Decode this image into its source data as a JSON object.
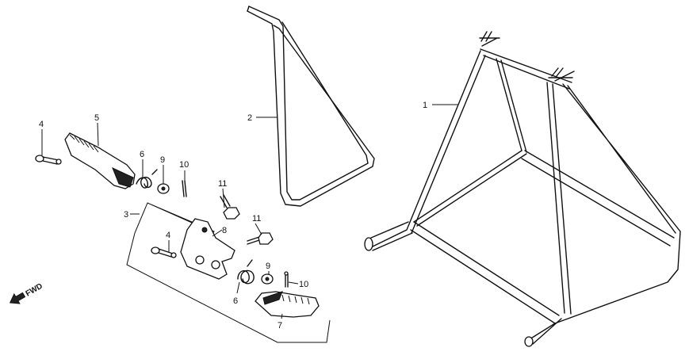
{
  "callouts": {
    "c1": "1",
    "c2": "2",
    "c3": "3",
    "c4a": "4",
    "c4b": "4",
    "c5": "5",
    "c6a": "6",
    "c6b": "6",
    "c7": "7",
    "c8": "8",
    "c9a": "9",
    "c9b": "9",
    "c10a": "10",
    "c10b": "10",
    "c11a": "11",
    "c11b": "11"
  },
  "direction_marker": {
    "label": "FWD",
    "icon": "arrow-left-down-icon"
  }
}
